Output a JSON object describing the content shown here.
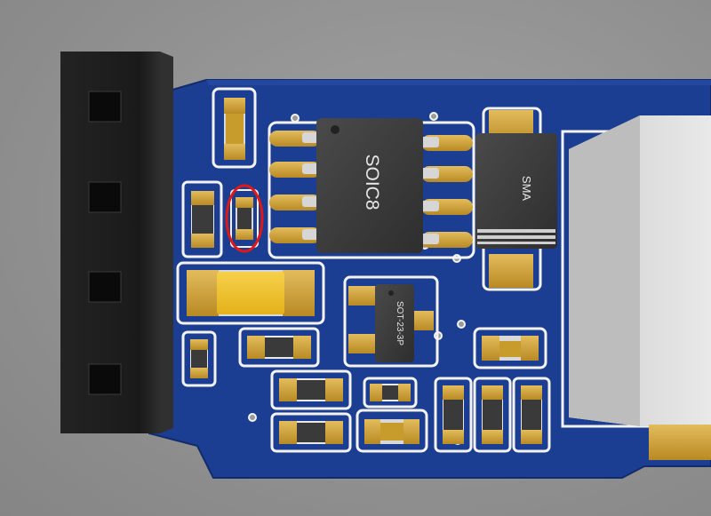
{
  "scene": {
    "description_free": true,
    "colors": {
      "background": "#8e8e8e",
      "board": "#1d3f93",
      "board_edge": "#132c6e",
      "pad": "#c99a2e",
      "pad_light": "#e0b857",
      "silk": "#f3f3f3",
      "ic_body": "#3a3a3a",
      "connector": "#1c1c1c",
      "highlight_ring": "#e01818"
    }
  },
  "components": {
    "soic8_label": "SOIC8",
    "sma_label": "SMA",
    "sot23_label": "SOT-23-3P"
  },
  "annotation": {
    "shape": "ellipse",
    "color": "#e01818",
    "target": "small capacitor left of SOIC8"
  }
}
